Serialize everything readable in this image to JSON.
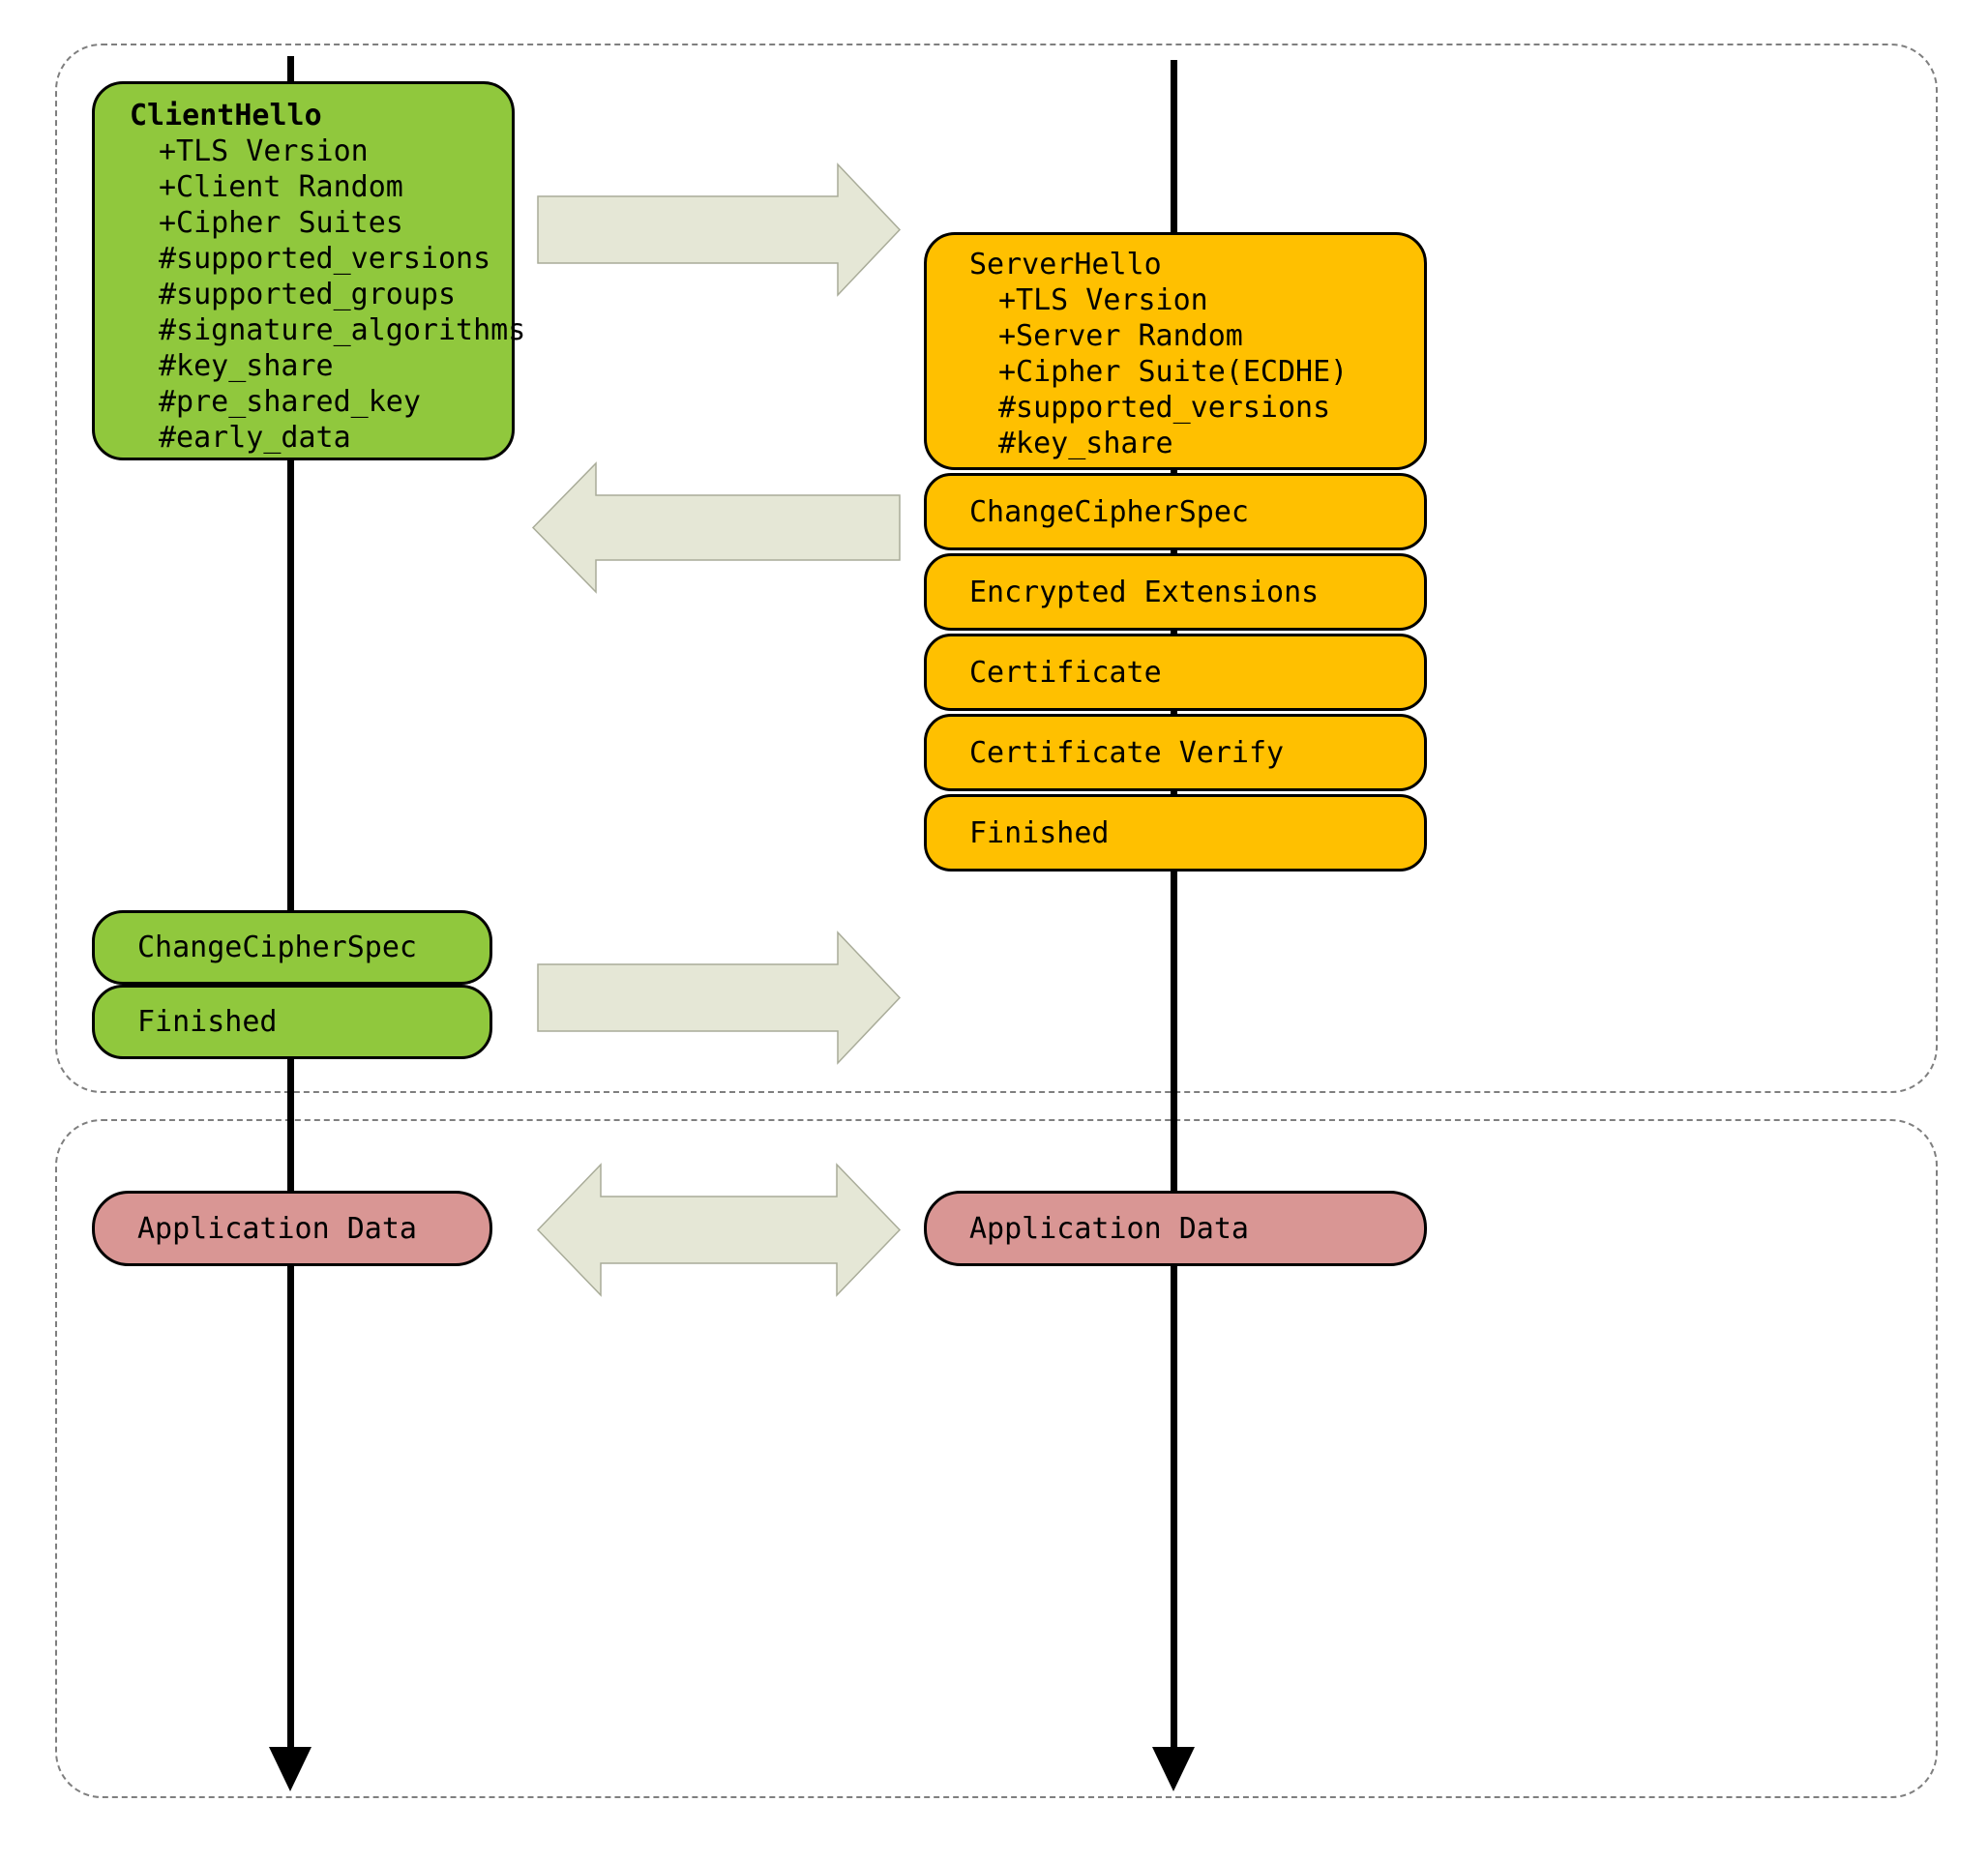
{
  "client": {
    "hello": {
      "title": "ClientHello",
      "items": [
        "+TLS Version",
        "+Client Random",
        "+Cipher Suites",
        "#supported_versions",
        "#supported_groups",
        "#signature_algorithms",
        "#key_share",
        "#pre_shared_key",
        "#early_data"
      ]
    },
    "messages": [
      "ChangeCipherSpec",
      "Finished"
    ],
    "application_data": "Application Data"
  },
  "server": {
    "hello": {
      "title": "ServerHello",
      "items": [
        "+TLS Version",
        "+Server Random",
        "+Cipher Suite(ECDHE)",
        "#supported_versions",
        "#key_share"
      ]
    },
    "messages": [
      "ChangeCipherSpec",
      "Encrypted Extensions",
      "Certificate",
      "Certificate Verify",
      "Finished"
    ],
    "application_data": "Application Data"
  },
  "icons": {
    "flow_right": "block-arrow-right",
    "flow_left": "block-arrow-left",
    "flow_bidirectional": "block-arrow-double",
    "timeline_end": "arrowhead-down"
  },
  "colors": {
    "client_fill": "#90C83D",
    "server_fill": "#FFC000",
    "application_data_fill": "#D99694",
    "arrow_fill": "#E5E7D6",
    "arrow_stroke": "#A9AC99",
    "timeline": "#000000",
    "dashed_border": "#7f7f7f"
  }
}
